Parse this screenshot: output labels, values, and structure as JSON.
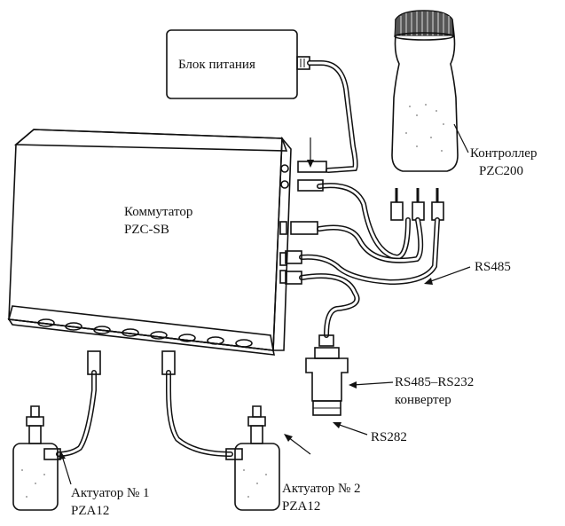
{
  "labels": {
    "power_supply": "Блок питания",
    "controller_line1": "Контроллер",
    "controller_line2": "PZC200",
    "switch_line1": "Коммутатор",
    "switch_line2": "PZC-SB",
    "rs485": "RS485",
    "converter_line1": "RS485–RS232",
    "converter_line2": "конвертер",
    "rs282": "RS282",
    "actuator1_line1": "Актуатор № 1",
    "actuator1_line2": "PZA12",
    "actuator2_line1": "Актуатор № 2",
    "actuator2_line2": "PZA12"
  }
}
